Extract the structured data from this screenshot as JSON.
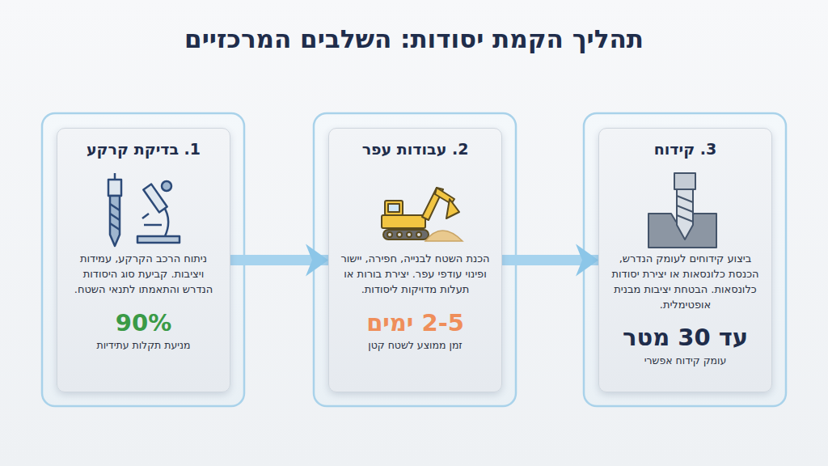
{
  "diagram": {
    "title": "תהליך הקמת יסודות: השלבים המרכזיים",
    "nodes": [
      {
        "text": [
          "1. בדיקת קרקע",
          "ניתוח הרכב הקרקע, עמידות ויציבות. קביעת סוג היסודות הנדרש והתאמתו לתנאי השטח.",
          "90%",
          "מניעת תקלות עתידיות"
        ]
      },
      {
        "text": [
          "2. עבודות עפר",
          "הכנת השטח לבנייה, חפירה, יישור ופינוי עודפי עפר. יצירת בורות או תעלות מדויקות ליסודות.",
          "2-5 ימים",
          "זמן ממוצע לשטח קטן"
        ]
      },
      {
        "text": [
          "3. קידוח",
          "ביצוע קידוחים לעומק הנדרש, הכנסת כלונסאות או יצירת יסודות כלונסאות. הבטחת יציבות מבנית אופטימלית.",
          "עד 30 מטר",
          "עומק קידוח אפשרי"
        ]
      }
    ],
    "edges": [
      {
        "from": 0,
        "to": 1,
        "arrow": "to"
      },
      {
        "from": 1,
        "to": 2,
        "arrow": "to"
      }
    ]
  }
}
